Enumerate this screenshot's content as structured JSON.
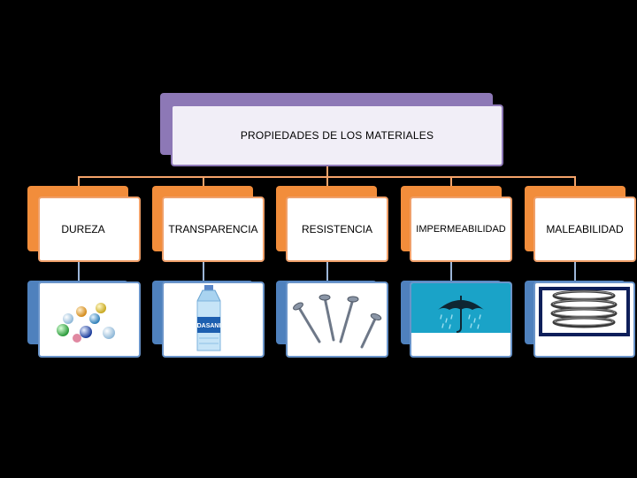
{
  "diagram": {
    "root": {
      "label": "PROPIEDADES DE LOS MATERIALES"
    },
    "properties": [
      {
        "label": "DUREZA",
        "image_icon": "marbles-icon"
      },
      {
        "label": "TRANSPARENCIA",
        "image_icon": "water-bottle-icon",
        "bottle_label": "DASANI"
      },
      {
        "label": "RESISTENCIA",
        "image_icon": "nails-icon"
      },
      {
        "label": "IMPERMEABILIDAD",
        "image_icon": "umbrella-rain-icon"
      },
      {
        "label": "MALEABILIDAD",
        "image_icon": "spring-icon"
      }
    ],
    "colors": {
      "background": "#000000",
      "root_border": "#8d78b6",
      "root_fill": "#f1eef7",
      "property_accent": "#f28d3b",
      "image_accent": "#4f81bd",
      "connector": "#f4a36a",
      "umbrella_background": "#1aa3c8"
    }
  }
}
